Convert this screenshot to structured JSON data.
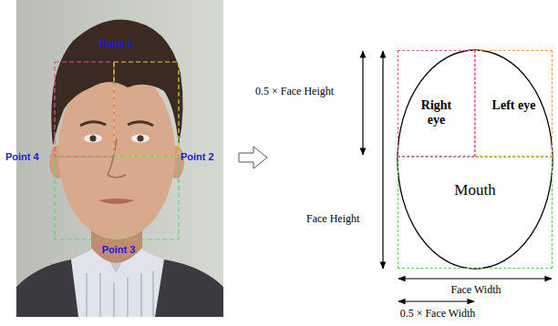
{
  "diagram": {
    "nodes": [
      {
        "text": [
          "Right eye"
        ]
      },
      {
        "text": [
          "Left eye"
        ]
      },
      {
        "text": [
          "Mouth"
        ]
      }
    ],
    "labels": [
      "Point 1",
      "Point 2",
      "Point 3",
      "Point 4",
      "0.5 × Face Height",
      "Face Height",
      "Face Width",
      "0.5 × Face Width"
    ]
  }
}
